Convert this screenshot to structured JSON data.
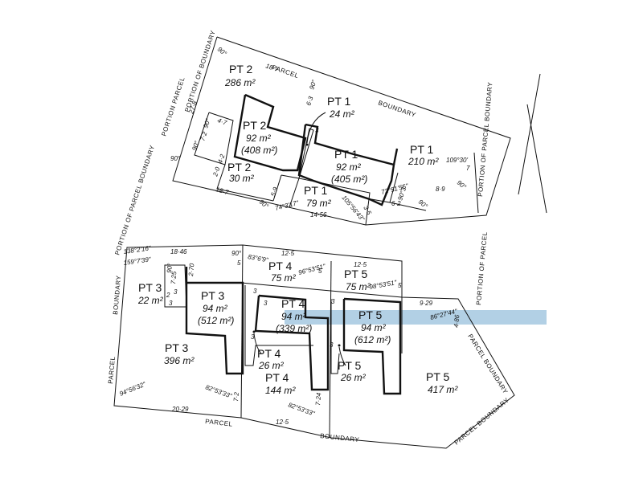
{
  "colors": {
    "line": "#111111",
    "highlight": "#7fb0d3"
  },
  "boundary_labels": {
    "parcel_top": "PARCEL",
    "boundary_top": "BOUNDARY",
    "portion_of_boundary_top": "PORTION OF BOUNDARY",
    "portion_parcel_left_top": "PORTION PARCEL",
    "portion_of_parcel_boundary_right_top": "PORTION OF PARCEL BOUNDARY",
    "portion_of_parcel_boundary_left": "PORTION OF PARCEL BOUNDARY",
    "boundary_left": "BOUNDARY",
    "parcel_left": "PARCEL",
    "parcel_bottom": "PARCEL",
    "boundary_bottom": "BOUNDARY",
    "portion_of_parcel_right": "PORTION OF PARCEL",
    "parcel_boundary_right": "PARCEL BOUNDARY",
    "parcel_boundary_bottom_right": "PARCEL BOUNDARY"
  },
  "lots": [
    {
      "id": "pt2-outer",
      "label": "PT 2",
      "area": "286 m²"
    },
    {
      "id": "pt2-main",
      "label": "PT 2",
      "area": "92 m²",
      "total": "(408 m²)"
    },
    {
      "id": "pt2-small",
      "label": "PT 2",
      "area": "30 m²"
    },
    {
      "id": "pt1-upper",
      "label": "PT 1",
      "area": "24 m²"
    },
    {
      "id": "pt1-main",
      "label": "PT 1",
      "area": "92 m²",
      "total": "(405 m²)"
    },
    {
      "id": "pt1-right",
      "label": "PT 1",
      "area": "210 m²"
    },
    {
      "id": "pt1-lower",
      "label": "PT 1",
      "area": "79 m²"
    },
    {
      "id": "pt3-small",
      "label": "PT 3",
      "area": "22 m²"
    },
    {
      "id": "pt3-main",
      "label": "PT 3",
      "area": "94 m²",
      "total": "(512 m²)"
    },
    {
      "id": "pt3-outer",
      "label": "PT 3",
      "area": "396 m²"
    },
    {
      "id": "pt4-upper",
      "label": "PT 4",
      "area": "75 m²"
    },
    {
      "id": "pt4-main",
      "label": "PT 4",
      "area": "94 m²",
      "total": "(339 m²)"
    },
    {
      "id": "pt4-small",
      "label": "PT 4",
      "area": "26 m²"
    },
    {
      "id": "pt4-lower",
      "label": "PT 4",
      "area": "144 m²"
    },
    {
      "id": "pt5-upper",
      "label": "PT 5",
      "area": "75 m²"
    },
    {
      "id": "pt5-main",
      "label": "PT 5",
      "area": "94 m²",
      "total": "(612 m²)"
    },
    {
      "id": "pt5-small",
      "label": "PT 5",
      "area": "26 m²"
    },
    {
      "id": "pt5-outer",
      "label": "PT 5",
      "area": "417 m²"
    }
  ],
  "dimensions": {
    "d90a": "90°",
    "d187": "18·7",
    "d278": "27·8",
    "d47": "4·7",
    "d90b": "90°",
    "d72": "7·2",
    "d90c": "90°",
    "d42": "4·2",
    "d20": "2·0",
    "d90d": "90°",
    "d187b": "18·7",
    "d90e": "90°",
    "d63": "6·3",
    "d3a": "3",
    "d3b": "3",
    "d59": "5·9",
    "d90f": "90°",
    "d74": "74°3'17\"",
    "d1456": "14·56",
    "d105": "105°56'43\"",
    "d35": "3·5",
    "d725": "72°51'55\"",
    "d62": "6·2",
    "d903": "90°3'",
    "d90g": "90°",
    "d89": "8·9",
    "d90h": "90°",
    "d1093": "109°30'",
    "d7": "7",
    "d138": "138°2'16\"",
    "d159": "159°7'39\"",
    "d1846": "18·46",
    "d270": "2·70",
    "d90i": "90°",
    "d5a": "5",
    "d725b": "7·25",
    "d90j": "90°",
    "d2": "2",
    "d3c": "3",
    "d3d": "3",
    "d836": "83°6'9\"",
    "d125a": "12·5",
    "d9653": "96°53'51\"",
    "d5b": "5",
    "d125b": "12·5",
    "d9853": "98°53'51\"",
    "d5c": "5",
    "d3e": "3",
    "d3f": "3",
    "d3g": "3",
    "d3h": "3",
    "d3i": "3",
    "d929": "9·29",
    "d8627": "86°27'44\"",
    "d486": "4·86",
    "d9456": "94°56'32\"",
    "d8253a": "82°53'33\"",
    "d2029": "20·29",
    "d72b": "7·2",
    "d8253b": "82°53'33\"",
    "d125c": "12·5",
    "d724": "7·24"
  }
}
